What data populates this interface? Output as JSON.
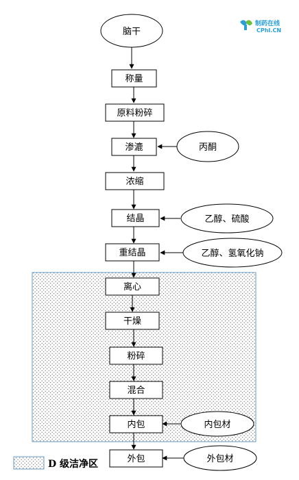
{
  "logo": {
    "name_cn": "制药在线",
    "name_en": "CPhI.CN",
    "color_primary": "#2a9fd6",
    "color_secondary": "#6cbf3f"
  },
  "start_node": "脑干",
  "steps": [
    "称量",
    "原料粉碎",
    "渗漉",
    "浓缩",
    "结晶",
    "重结晶",
    "离心",
    "干燥",
    "粉碎",
    "混合",
    "内包",
    "外包"
  ],
  "inputs": {
    "percolation": "丙酮",
    "crystallization": "乙醇、硫酸",
    "recrystallization": "乙醇、氢氧化钠",
    "inner_packaging": "内包材",
    "outer_packaging": "外包材"
  },
  "legend": {
    "label": "D 级洁净区"
  },
  "colors": {
    "line": "#000000",
    "clean_zone_border": "#6a9ac4",
    "clean_zone_dot": "#555555"
  }
}
